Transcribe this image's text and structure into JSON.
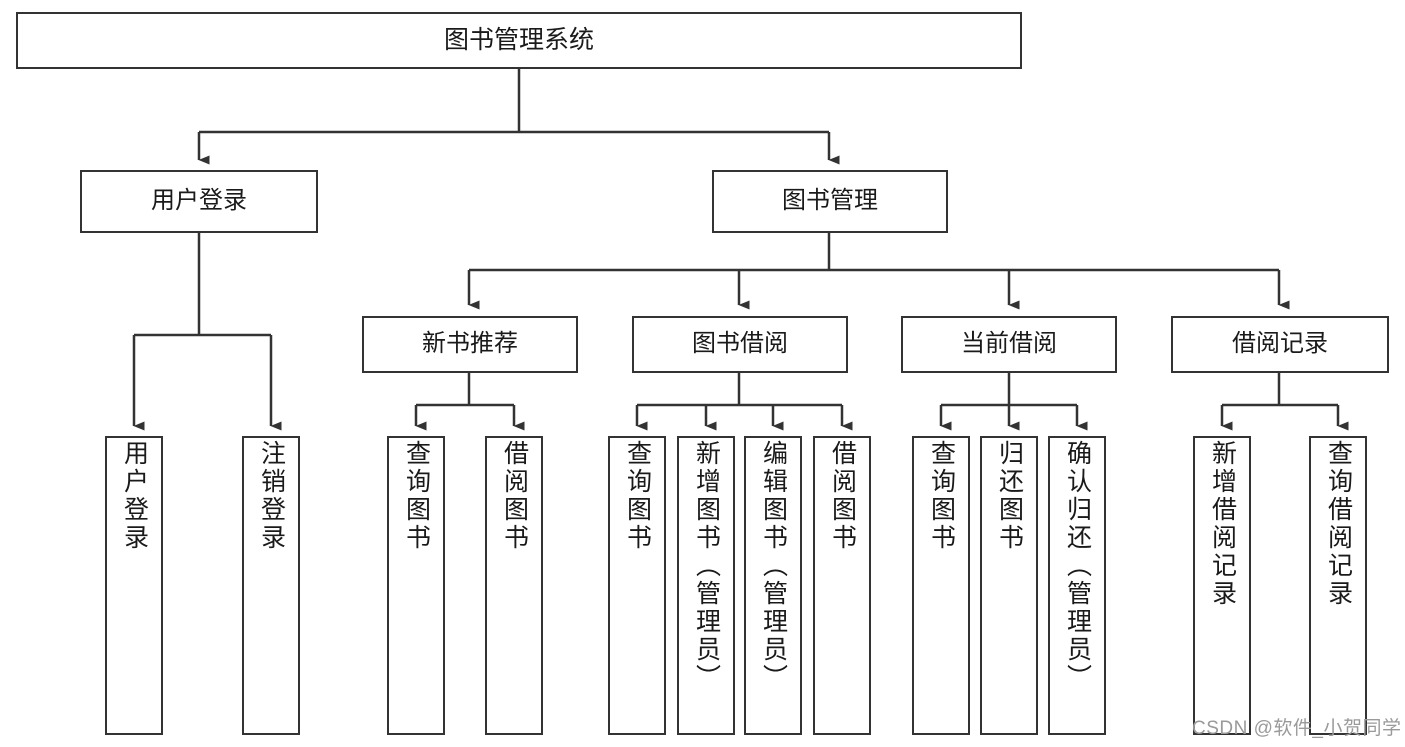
{
  "diagram": {
    "type": "tree",
    "title": "图书管理系统",
    "orientation": "top-down",
    "accent_color": "#333333",
    "background_color": "#ffffff",
    "text_color": "#1a1a1a"
  },
  "root": {
    "label": "图书管理系统"
  },
  "level2": [
    {
      "label": "用户登录"
    },
    {
      "label": "图书管理"
    }
  ],
  "level3": [
    {
      "label": "新书推荐"
    },
    {
      "label": "图书借阅"
    },
    {
      "label": "当前借阅"
    },
    {
      "label": "借阅记录"
    }
  ],
  "leaves": {
    "user_login": [
      {
        "label": "用户登录"
      },
      {
        "label": "注销登录"
      }
    ],
    "new_book_recommend": [
      {
        "label": "查询图书"
      },
      {
        "label": "借阅图书"
      }
    ],
    "book_borrow": [
      {
        "label": "查询图书"
      },
      {
        "label": "新增图书（管理员）"
      },
      {
        "label": "编辑图书（管理员）"
      },
      {
        "label": "借阅图书"
      }
    ],
    "current_borrow": [
      {
        "label": "查询图书"
      },
      {
        "label": "归还图书"
      },
      {
        "label": "确认归还（管理员）"
      }
    ],
    "borrow_record": [
      {
        "label": "新增借阅记录"
      },
      {
        "label": "查询借阅记录"
      }
    ]
  },
  "watermark": {
    "text": "CSDN @软件_小贺同学"
  }
}
